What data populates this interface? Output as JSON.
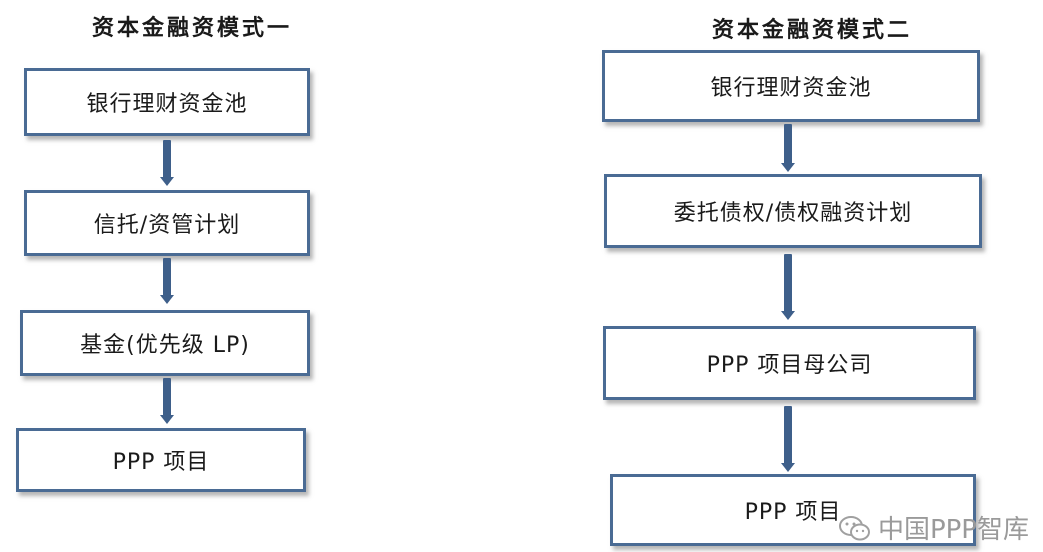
{
  "mode1": {
    "title": "资本金融资模式一",
    "steps": [
      "银行理财资金池",
      "信托/资管计划",
      "基金(优先级 LP)",
      "PPP 项目"
    ]
  },
  "mode2": {
    "title": "资本金融资模式二",
    "steps": [
      "银行理财资金池",
      "委托债权/债权融资计划",
      "PPP 项目母公司",
      "PPP 项目"
    ]
  },
  "watermark": {
    "text": "中国PPP智库",
    "icon": "wechat-icon"
  },
  "colors": {
    "box_border": "#4a6b94",
    "arrow": "#3e5f8a",
    "watermark": "#9a9a9a"
  }
}
